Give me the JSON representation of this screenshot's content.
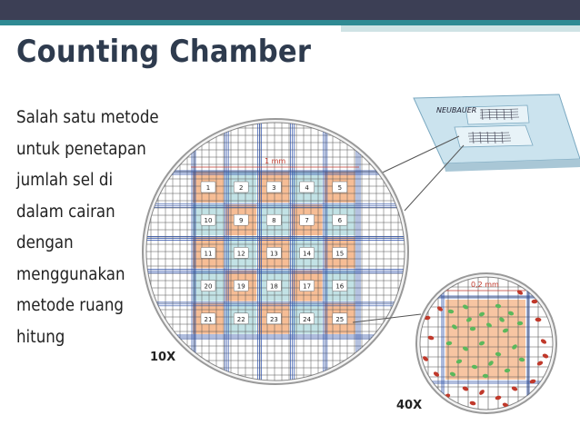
{
  "slide": {
    "title": "Counting Chamber",
    "body_lines": [
      "Salah satu metode",
      "untuk penetapan",
      "jumlah sel di",
      "dalam cairan",
      "dengan",
      "menggunakan",
      "metode ruang",
      "hitung"
    ]
  },
  "diagram": {
    "slide_label": "NEUBAUER",
    "scale_large": "1 mm",
    "scale_small": "0,2 mm",
    "mag_low": "10X",
    "mag_high": "40X",
    "squares": [
      "1",
      "2",
      "3",
      "4",
      "5",
      "10",
      "9",
      "8",
      "7",
      "6",
      "11",
      "12",
      "13",
      "14",
      "15",
      "20",
      "19",
      "18",
      "17",
      "16",
      "21",
      "22",
      "23",
      "24",
      "25"
    ]
  },
  "colors": {
    "topbar": "#3c3f55",
    "accent": "#2f8a93",
    "title": "#2e3b4e",
    "square_orange": "#f4b183",
    "square_teal": "#b7dde0",
    "cell_green": "#5cb85c",
    "cell_red": "#c0392b"
  }
}
